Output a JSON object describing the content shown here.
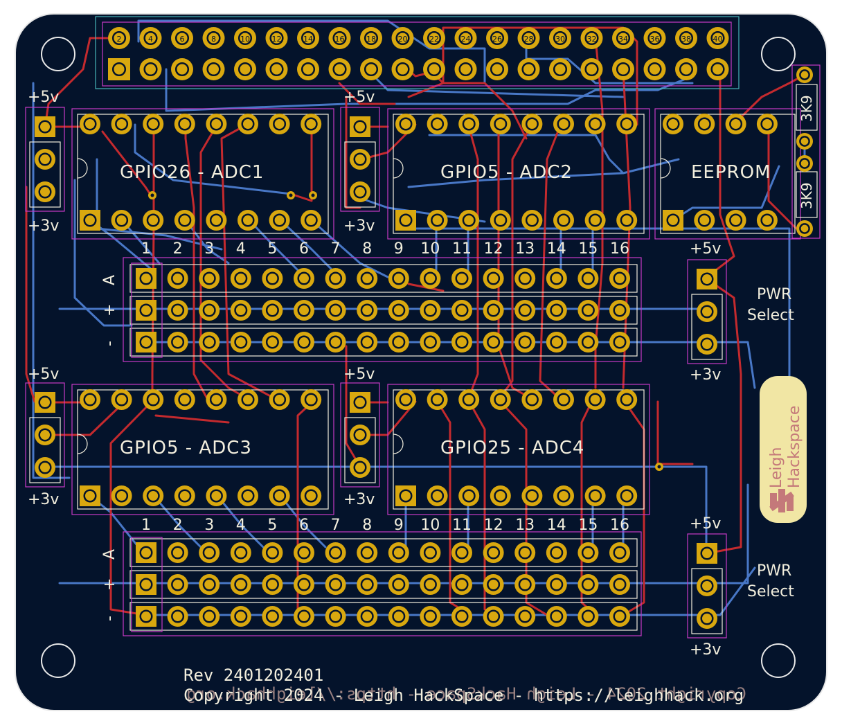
{
  "board": {
    "colors": {
      "outside": "#ffffff",
      "substrate": "#04132b",
      "edge": "#e8e8e8",
      "pad": "#d9a80f",
      "pad_hole": "#04132b",
      "trace_front": "#c42a2e",
      "trace_back": "#4877c6",
      "courtyard": "#c73ac6",
      "silk": "#f2eedd",
      "fab": "#48b4b8"
    },
    "connector_pin_labels": [
      "2",
      "4",
      "6",
      "8",
      "10",
      "12",
      "14",
      "16",
      "18",
      "20",
      "22",
      "24",
      "26",
      "28",
      "30",
      "32",
      "34",
      "36",
      "38",
      "40"
    ],
    "voltage_labels": {
      "pos5": "+5v",
      "pos3": "+3v"
    },
    "chips": {
      "adc1": "GPIO26 - ADC1",
      "adc2": "GPIO5 - ADC2",
      "eeprom": "EEPROM",
      "adc3": "GPIO5 - ADC3",
      "adc4": "GPIO25 - ADC4"
    },
    "resistor_label": "3K9",
    "header_numbers": [
      "1",
      "2",
      "3",
      "4",
      "5",
      "6",
      "7",
      "8",
      "9",
      "10",
      "11",
      "12",
      "13",
      "14",
      "15",
      "16"
    ],
    "rail_labels": {
      "a": "A",
      "plus": "+",
      "minus": "-"
    },
    "pwr_select": {
      "line1": "PWR",
      "line2": "Select"
    },
    "logo": {
      "line1": "Leigh",
      "line2": "Hackspace"
    },
    "footer": {
      "rev": "Rev 2401202401",
      "copyright": "Copyright 2024 - Leigh HackSpace - https://leighhack.org"
    }
  }
}
